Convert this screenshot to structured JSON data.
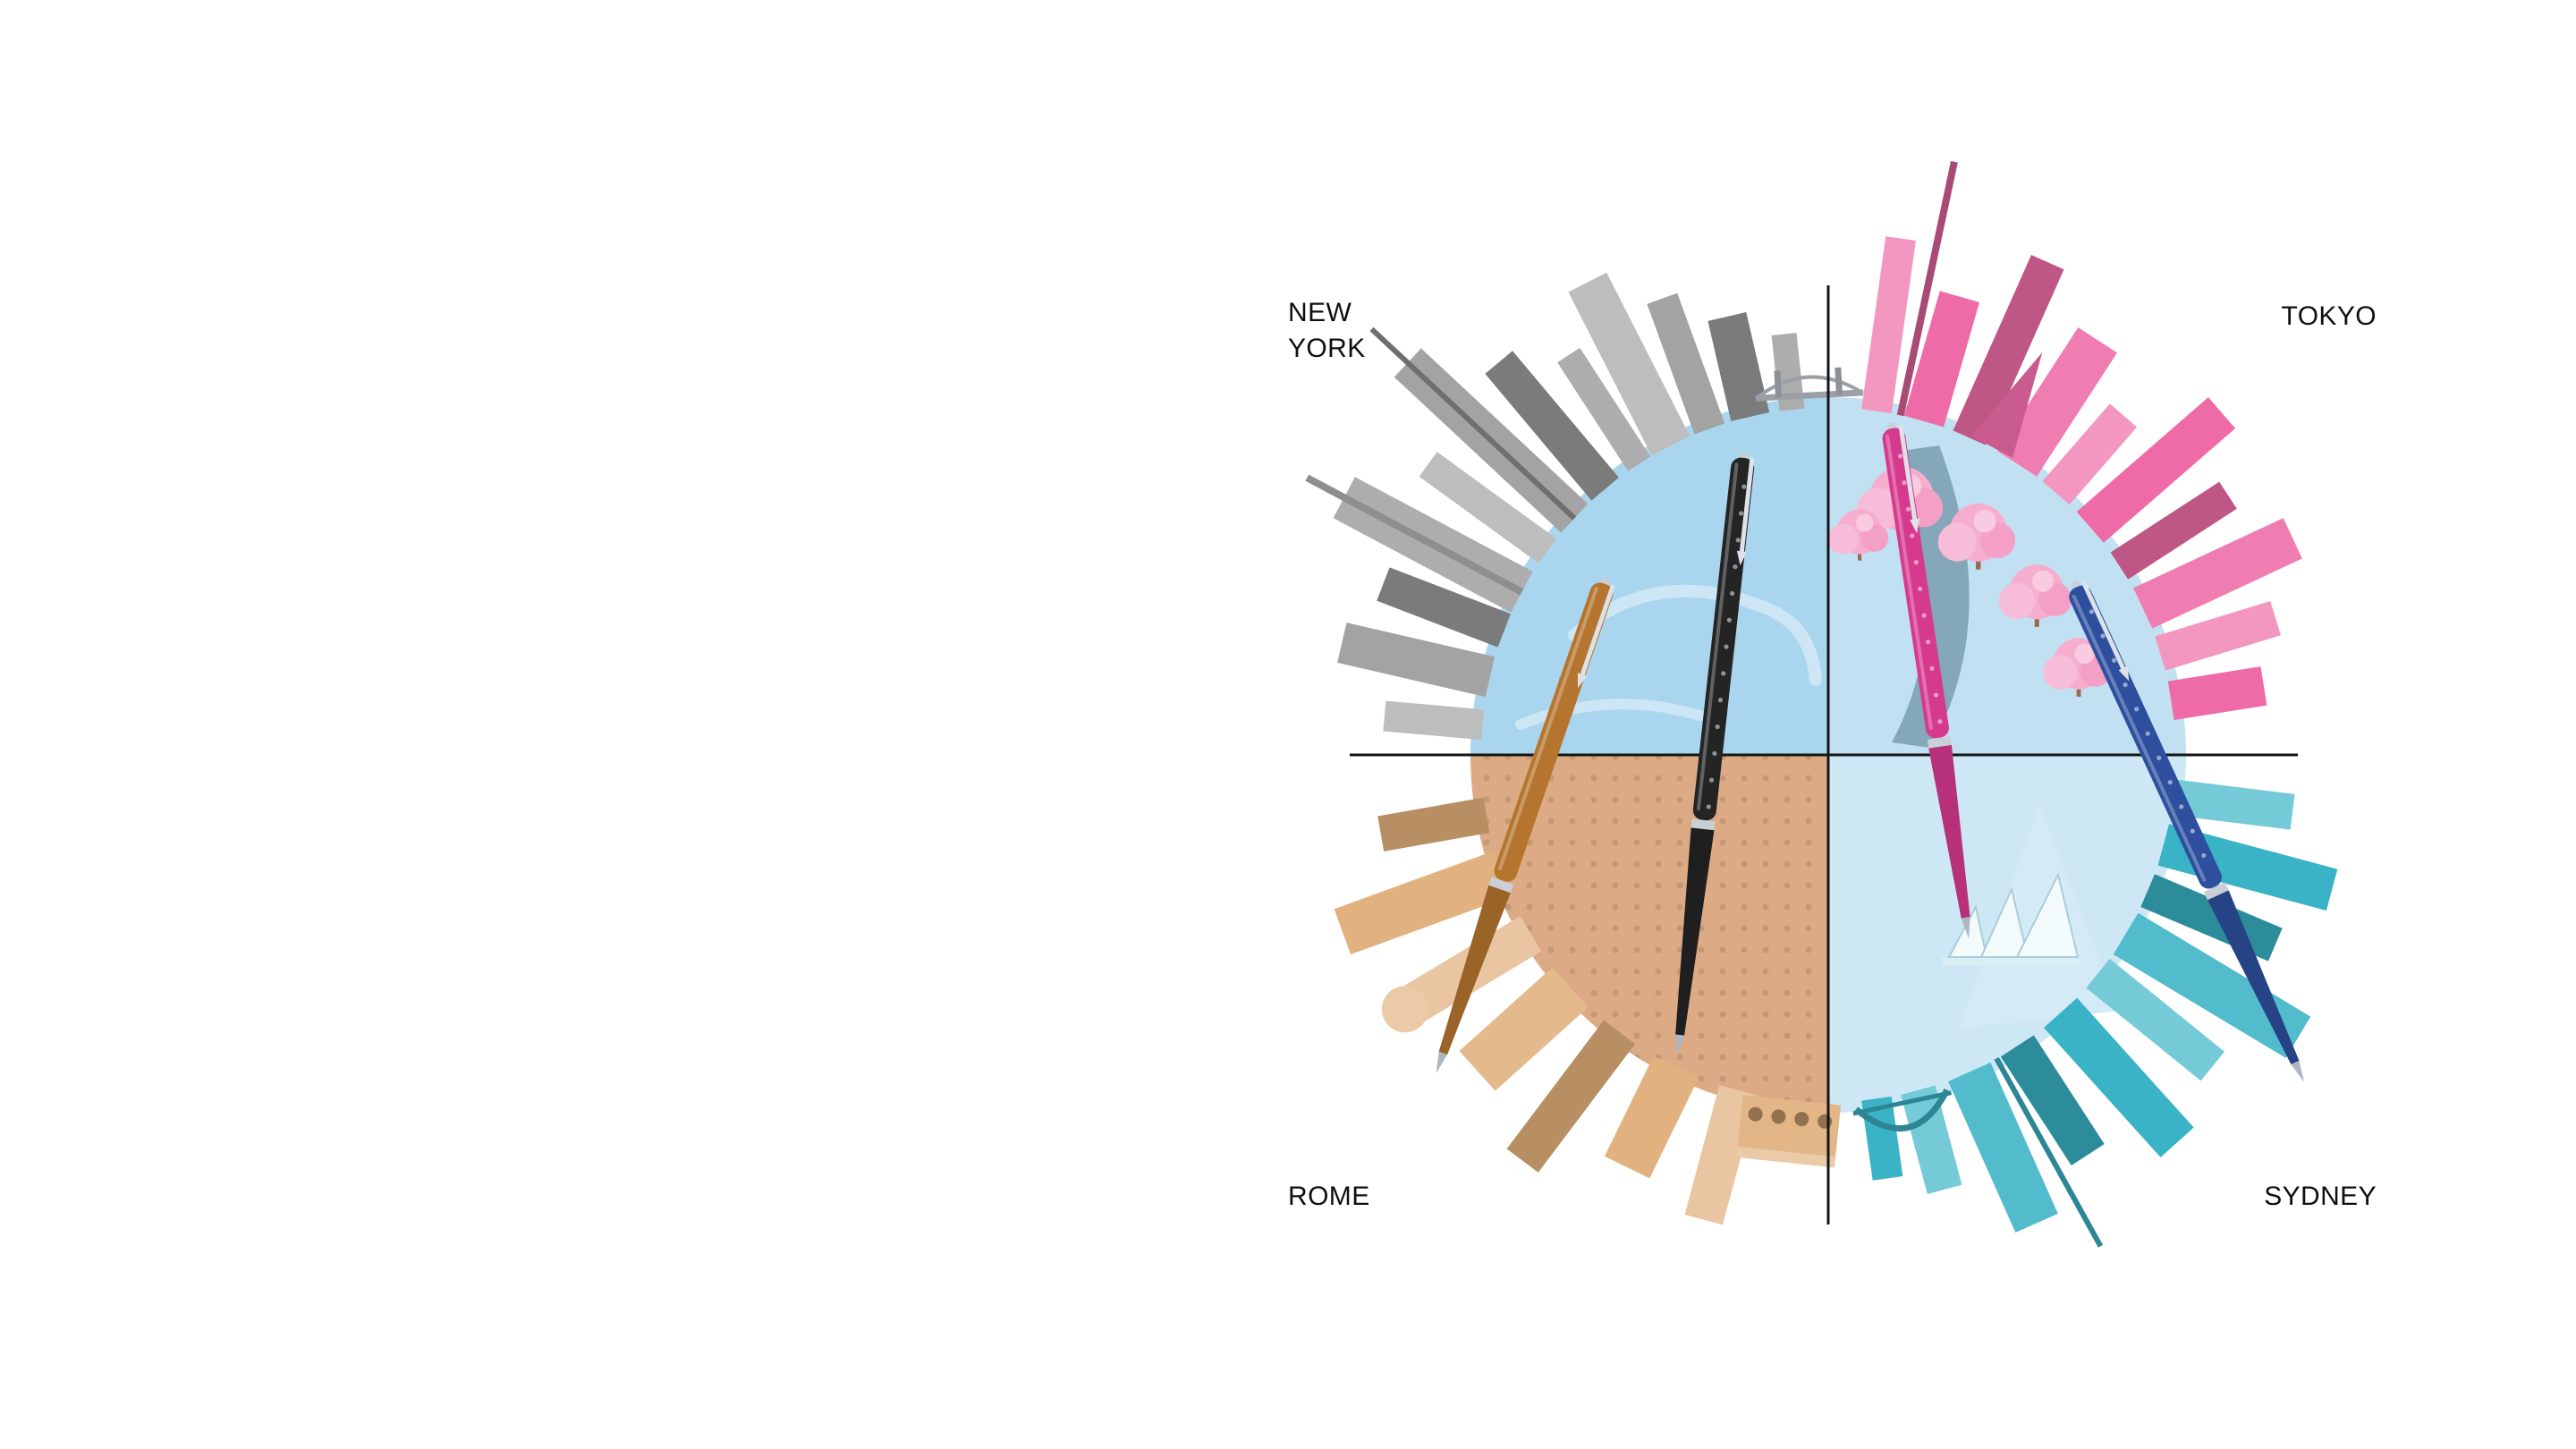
{
  "graphic": {
    "quadrants": [
      {
        "id": "new-york",
        "label": "NEW YORK",
        "theme_color": "#9e9e9e"
      },
      {
        "id": "tokyo",
        "label": "TOKYO",
        "theme_color": "#ee6ba7"
      },
      {
        "id": "rome",
        "label": "ROME",
        "theme_color": "#dfae78"
      },
      {
        "id": "sydney",
        "label": "SYDNEY",
        "theme_color": "#3ab3c6"
      }
    ],
    "globe_color": "#a9d6ee",
    "rome_ground_color": "#dcab85",
    "divider_color": "#141414",
    "pens": [
      {
        "name": "gold-pen",
        "color": "#b5752e"
      },
      {
        "name": "black-pen",
        "color": "#242424"
      },
      {
        "name": "pink-pen",
        "color": "#d63a8e"
      },
      {
        "name": "blue-pen",
        "color": "#2d4f9e"
      }
    ]
  }
}
